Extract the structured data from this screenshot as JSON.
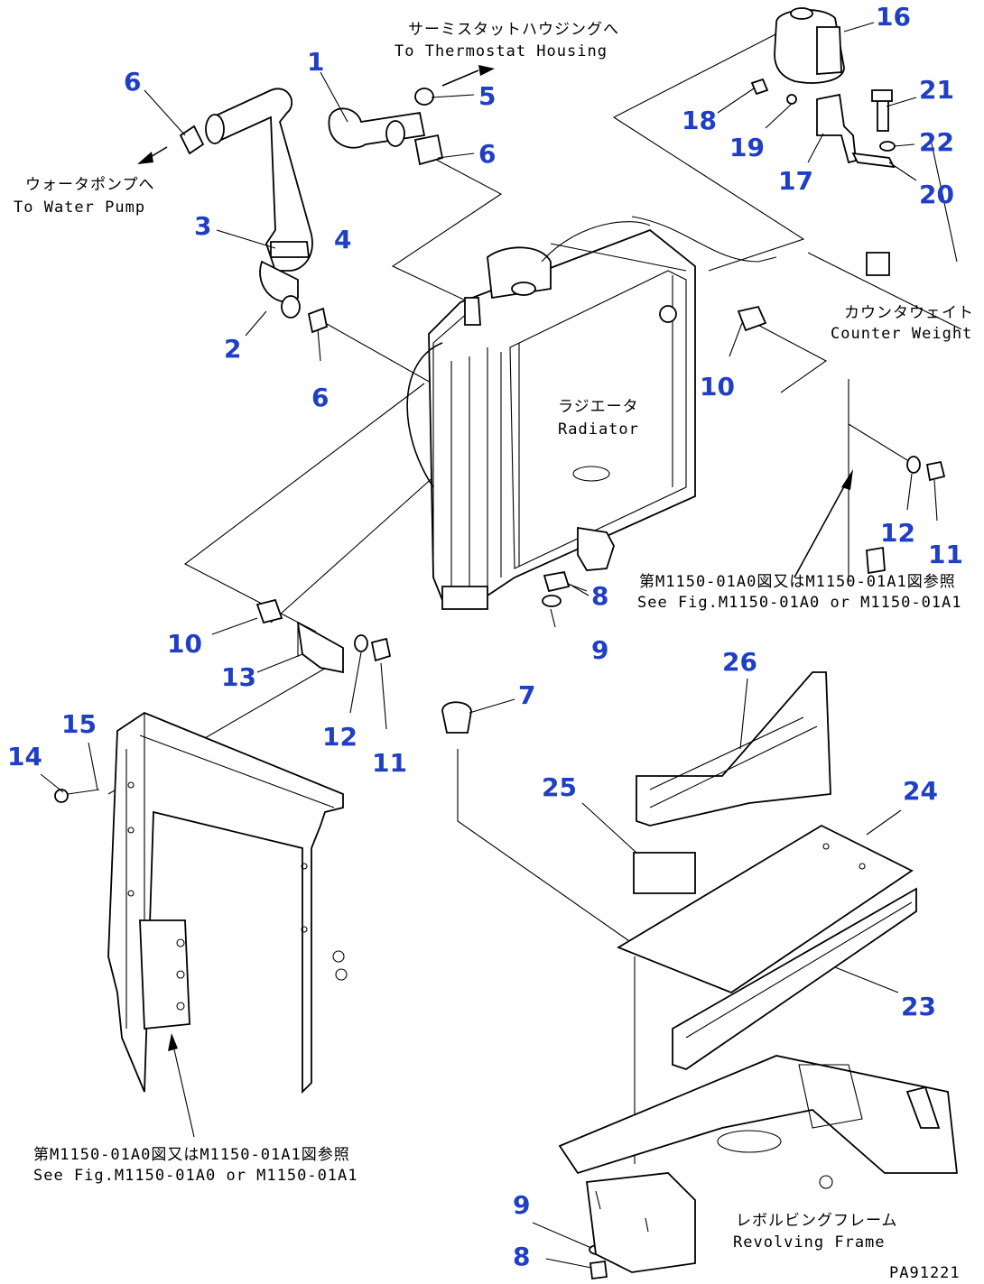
{
  "callouts": [
    "1",
    "2",
    "3",
    "4",
    "5",
    "6",
    "6",
    "6",
    "7",
    "8",
    "8",
    "9",
    "9",
    "10",
    "10",
    "11",
    "11",
    "12",
    "12",
    "13",
    "14",
    "15",
    "16",
    "17",
    "18",
    "19",
    "20",
    "21",
    "22",
    "23",
    "24",
    "25",
    "26"
  ],
  "labels": {
    "thermostat_jp": "サーミスタットハウジングへ",
    "thermostat_en": "To Thermostat Housing",
    "water_pump_jp": "ウォータポンプへ",
    "water_pump_en": "To Water Pump",
    "counter_weight_jp": "カウンタウェイト",
    "counter_weight_en": "Counter Weight",
    "radiator_jp": "ラジエータ",
    "radiator_en": "Radiator",
    "see_fig_right_jp": "第M1150-01A0図又はM1150-01A1図参照",
    "see_fig_right_en": "See Fig.M1150-01A0 or M1150-01A1",
    "see_fig_left_jp": "第M1150-01A0図又はM1150-01A1図参照",
    "see_fig_left_en": "See Fig.M1150-01A0 or M1150-01A1",
    "revolving_jp": "レボルビングフレーム",
    "revolving_en": "Revolving Frame",
    "drawing_no": "PA91221"
  }
}
